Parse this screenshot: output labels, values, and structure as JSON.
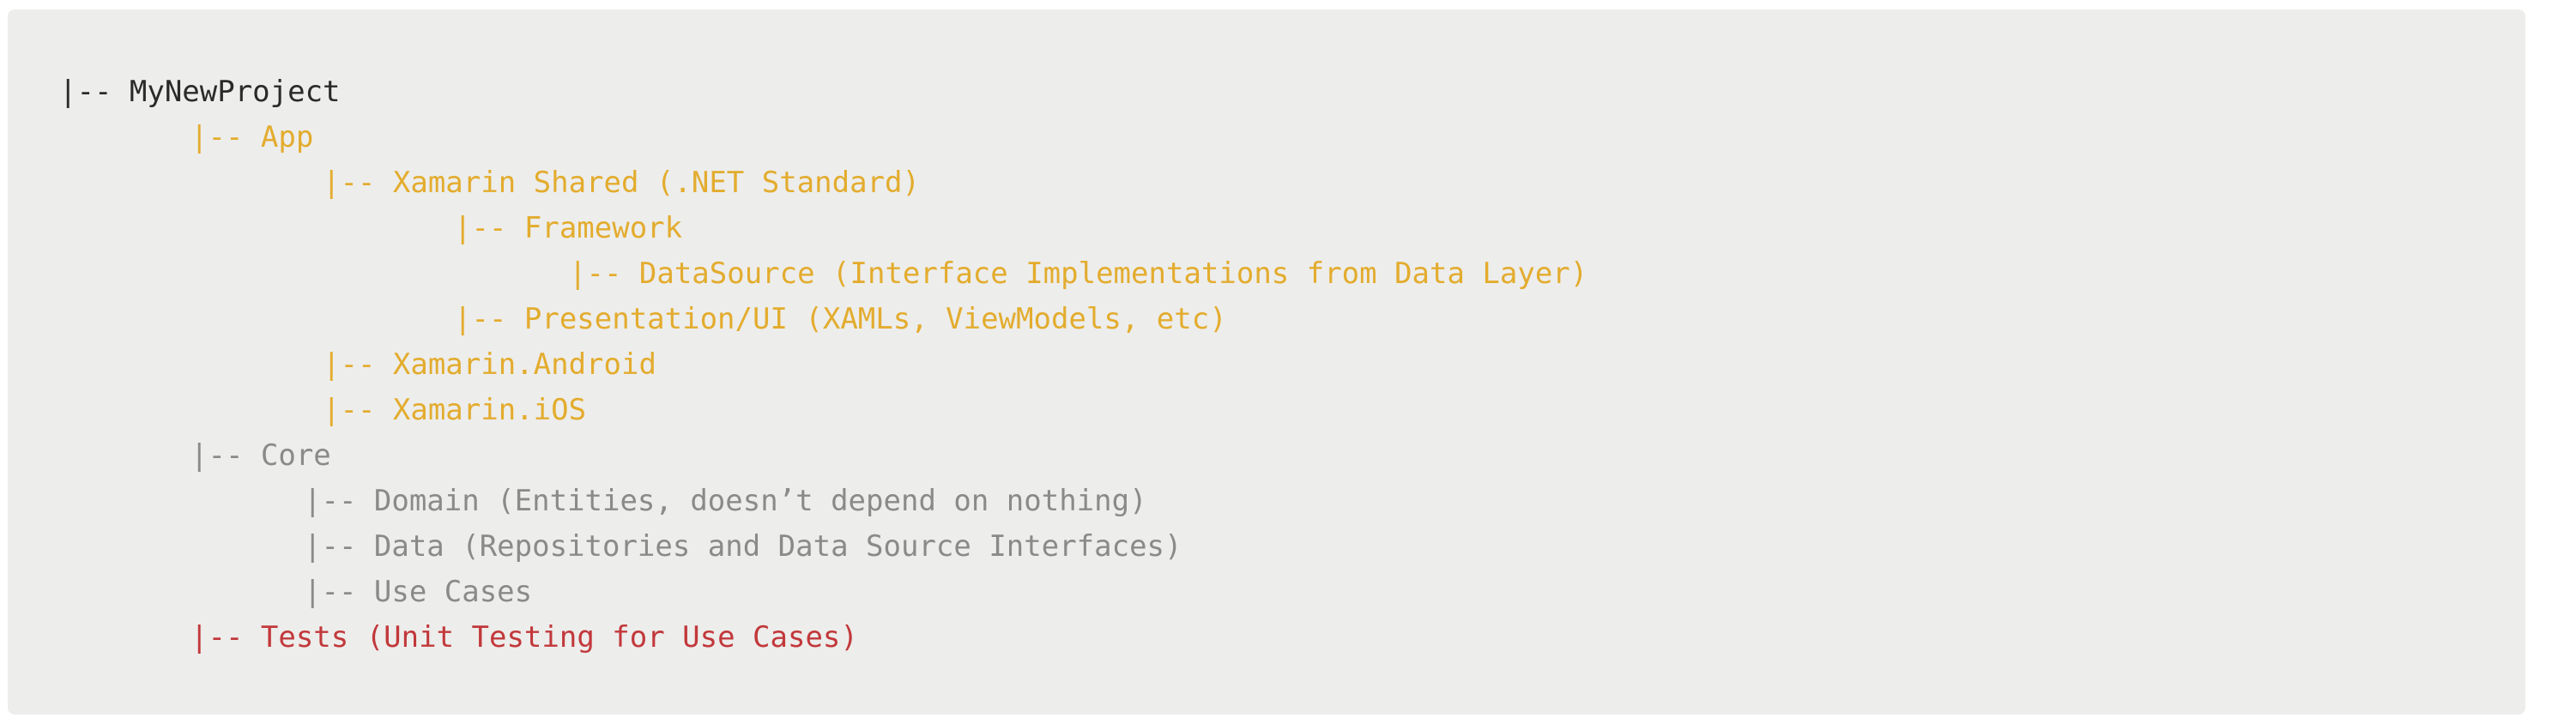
{
  "tree": {
    "lines": [
      {
        "text": "|-- MyNewProject"
      },
      {
        "text": "|-- App"
      },
      {
        "text": "|-- Xamarin Shared (.NET Standard)"
      },
      {
        "text": "|-- Framework"
      },
      {
        "text": "|-- DataSource (Interface Implementations from Data Layer)"
      },
      {
        "text": "|-- Presentation/UI (XAMLs, ViewModels, etc)"
      },
      {
        "text": "|-- Xamarin.Android"
      },
      {
        "text": "|-- Xamarin.iOS"
      },
      {
        "text": "|-- Core"
      },
      {
        "text": "|-- Domain (Entities, doesn’t depend on nothing)"
      },
      {
        "text": "|-- Data (Repositories and Data Source Interfaces)"
      },
      {
        "text": "|-- Use Cases"
      },
      {
        "text": "|-- Tests (Unit Testing for Use Cases)"
      }
    ]
  },
  "colors": {
    "background": "#ededeb",
    "root": "#2a2a2a",
    "app": "#e3ac2e",
    "core": "#8a8a8a",
    "tests": "#c2383b"
  }
}
